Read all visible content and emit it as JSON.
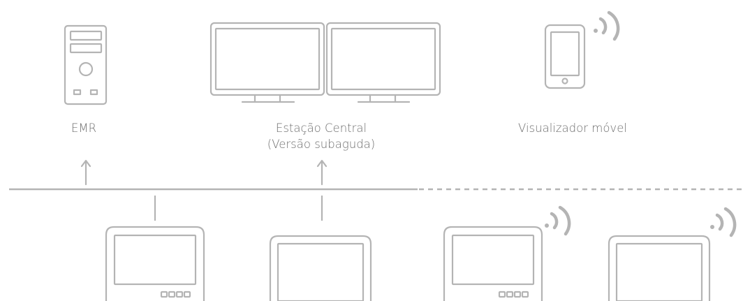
{
  "labels": {
    "emr": "EMR",
    "central_line1": "Estação Central",
    "central_line2": "(Versão subaguda)",
    "mobile_viewer": "Visualizador móvel"
  },
  "colors": {
    "stroke": "#b4b4b4",
    "text": "#6f6f6f",
    "background": "#ffffff"
  },
  "icons": {
    "emr": "server-tower-icon",
    "central_station": "dual-monitor-icon",
    "mobile_viewer": "smartphone-icon",
    "wireless": "wifi-signal-icon",
    "patient_monitor": "patient-monitor-icon",
    "tablet_monitor": "tablet-monitor-icon"
  }
}
